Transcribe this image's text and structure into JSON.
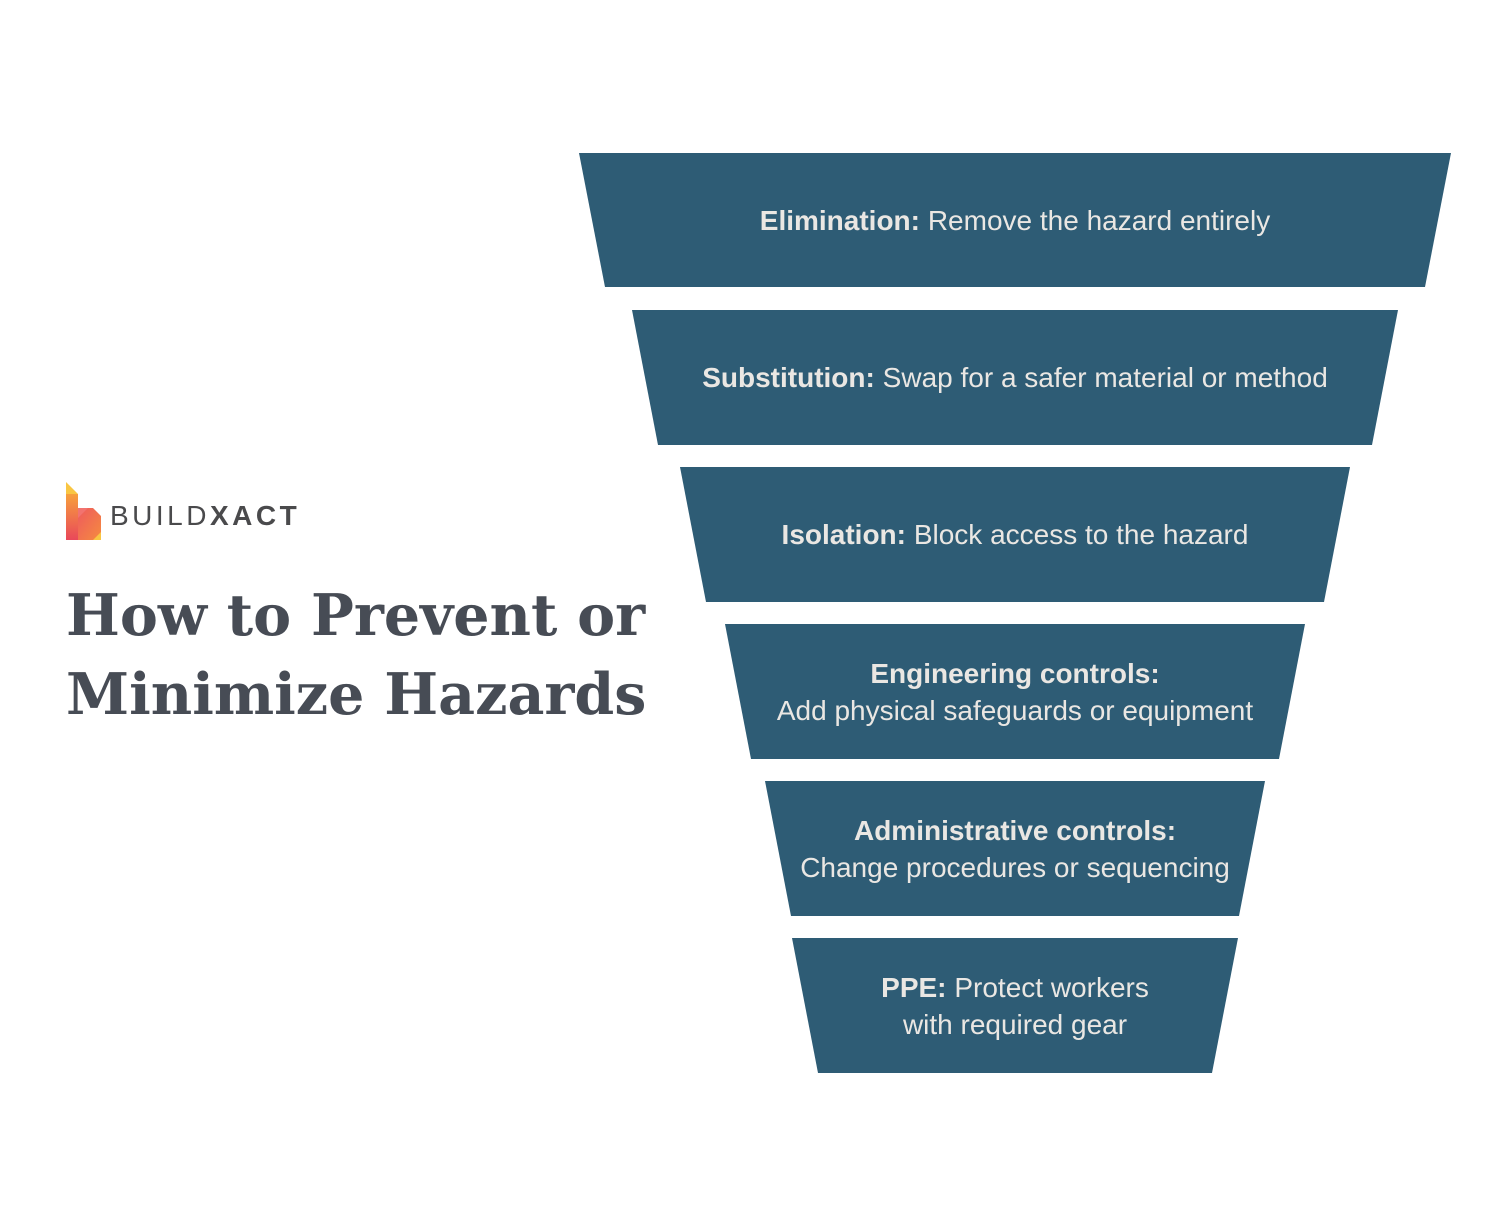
{
  "logo": {
    "text_regular": "BUILD",
    "text_bold": "XACT"
  },
  "title": {
    "line1": "How to Prevent or",
    "line2": "Minimize Hazards"
  },
  "funnel": {
    "segments": [
      {
        "label": "Elimination:",
        "text": "Remove the hazard entirely"
      },
      {
        "label": "Substitution:",
        "text": "Swap for a safer material or method"
      },
      {
        "label": "Isolation:",
        "text": "Block access to the hazard"
      },
      {
        "label": "Engineering controls:",
        "text": "Add physical safeguards or equipment"
      },
      {
        "label": "Administrative controls:",
        "text": "Change procedures or sequencing"
      },
      {
        "label": "PPE:",
        "text": "Protect workers",
        "text2": "with required gear"
      }
    ]
  },
  "colors": {
    "page-bg": "#ffffff",
    "funnel-fill": "#2e5c75",
    "segment-text": "#eae7e3",
    "title-text": "#474c55",
    "logo-text": "#4a4a4c",
    "icon-yellow": "#f9c643",
    "icon-orange": "#f58b3f",
    "icon-red": "#e94b57",
    "icon-pink": "#f2736f"
  }
}
